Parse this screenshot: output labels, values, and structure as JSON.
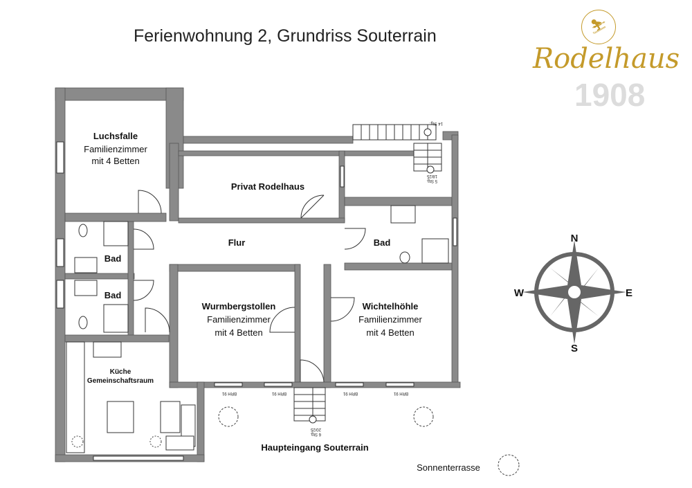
{
  "title": "Ferienwohnung 2, Grundriss Souterrain",
  "logo": {
    "script": "Rodelhaus",
    "year": "1908",
    "color": "#c49a2a"
  },
  "rooms": {
    "luchsfalle": {
      "name": "Luchsfalle",
      "line1": "Familienzimmer",
      "line2": "mit 4 Betten"
    },
    "privat": {
      "name": "Privat Rodelhaus"
    },
    "flur": {
      "name": "Flur"
    },
    "bad_right": {
      "name": "Bad"
    },
    "bad1": {
      "name": "Bad"
    },
    "bad2": {
      "name": "Bad"
    },
    "wurmberg": {
      "name": "Wurmbergstollen",
      "line1": "Familienzimmer",
      "line2": "mit 4 Betten"
    },
    "wichtel": {
      "name": "Wichtelhöhle",
      "line1": "Familienzimmer",
      "line2": "mit 4 Betten"
    },
    "kueche": {
      "name": "Küche",
      "line1": "Gemeinschaftsraum"
    }
  },
  "entrance": "Haupteingang Souterrain",
  "terrace": "Sonnenterrasse",
  "annotations": {
    "stairs_top": "14 Stg.",
    "stairs_right_a": "5 Stg.",
    "stairs_right_b": "18/25",
    "stairs_entry_a": "6 Stg.",
    "stairs_entry_b": "20/25",
    "window_sill": "BRH 91"
  },
  "compass": {
    "n": "N",
    "s": "S",
    "e": "E",
    "w": "W",
    "color": "#666666"
  }
}
